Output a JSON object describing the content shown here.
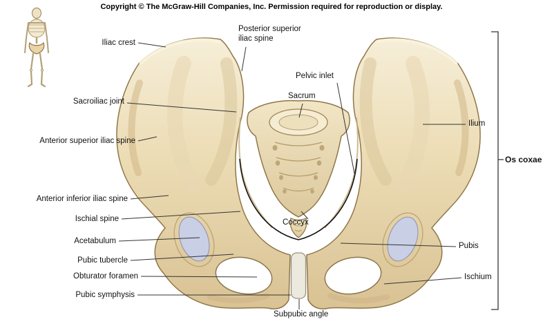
{
  "page": {
    "copyright": "Copyright © The McGraw-Hill Companies, Inc. Permission required for reproduction or display."
  },
  "labels": {
    "iliac_crest": "Iliac crest",
    "posterior_superior_iliac_spine": "Posterior superior\niliac spine",
    "sacroiliac_joint": "Sacroiliac joint",
    "pelvic_inlet": "Pelvic inlet",
    "sacrum": "Sacrum",
    "anterior_superior_iliac_spine": "Anterior superior iliac spine",
    "ilium": "Ilium",
    "anterior_inferior_iliac_spine": "Anterior inferior iliac spine",
    "ischial_spine": "Ischial spine",
    "coccyx": "Coccyx",
    "acetabulum": "Acetabulum",
    "pubis": "Pubis",
    "pubic_tubercle": "Pubic tubercle",
    "obturator_foramen": "Obturator foramen",
    "ischium": "Ischium",
    "pubic_symphysis": "Pubic symphysis",
    "subpubic_angle": "Subpubic angle",
    "os_coxae": "Os coxae"
  },
  "colors": {
    "bone": "#ecdcb4",
    "bone_dark": "#d9c294",
    "bone_outline": "#8f7648",
    "acetabulum_blue": "#c9cfe4",
    "leader_line": "#333333"
  }
}
